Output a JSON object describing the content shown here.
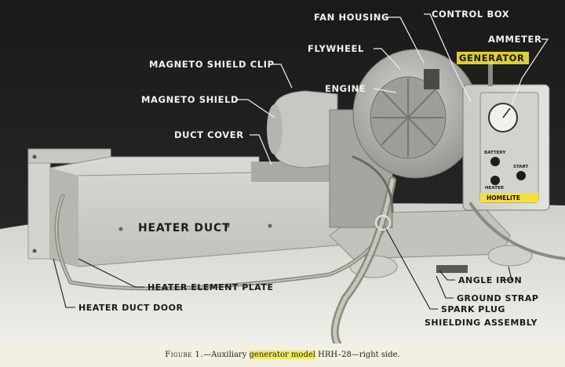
{
  "labels": {
    "fan_housing": "FAN HOUSING",
    "control_box": "CONTROL BOX",
    "flywheel": "FLYWHEEL",
    "ammeter": "AMMETER",
    "magneto_shield_clip": "MAGNETO SHIELD CLIP",
    "generator": "GENERATOR",
    "engine": "ENGINE",
    "magneto_shield": "MAGNETO SHIELD",
    "duct_cover": "DUCT COVER",
    "heater_duct": "HEATER DUCT",
    "heater_element_plate": "HEATER ELEMENT PLATE",
    "heater_duct_door": "HEATER DUCT DOOR",
    "angle_iron": "ANGLE IRON",
    "ground_strap": "GROUND STRAP",
    "spark_plug_1": "SPARK PLUG",
    "spark_plug_2": "SHIELDING ASSEMBLY"
  },
  "panel": {
    "battery": "BATTERY",
    "heater": "HEATER",
    "start": "START",
    "brand": "HOMELITE"
  },
  "caption": {
    "figure": "Figure 1.",
    "dash1": "—Auxiliary ",
    "highlight": "generator model",
    "model": " HRH–28",
    "rest": "—right side."
  },
  "colors": {
    "highlight": "#f4ea5a",
    "photo_background": "#1e1e1e",
    "table_surface": "#dcdcd6"
  }
}
